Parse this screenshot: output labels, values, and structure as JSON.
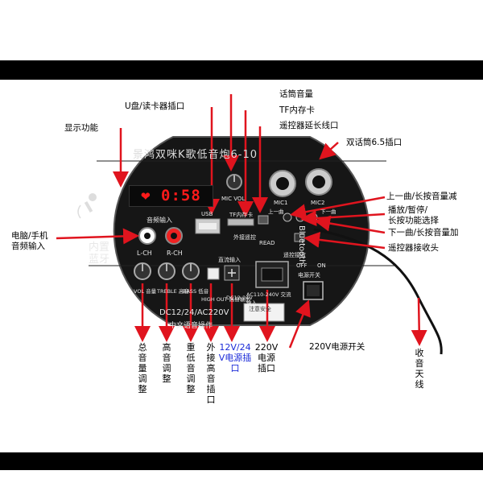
{
  "board": {
    "brand_title": "景鸿双咪K歌低音炮6-10",
    "display_value": "❤ 0:58",
    "audio_in_label": "音频输入",
    "lch_label": "L-CH",
    "rch_label": "R-CH",
    "usb_label": "USB",
    "tf_label": "TF内存卡",
    "mic_vol_label": "MIC VOL",
    "mic1_label": "MIC1",
    "mic2_label": "MIC2",
    "ext_remote_label": "外接遥控",
    "read_label": "READ",
    "remote_rx_label": "遥控接收",
    "off_label": "OFF",
    "on_label": "ON",
    "power_switch_label": "电源开关",
    "bluetooth_label": "Bluetooth",
    "internal_bt_label": "内置蓝牙",
    "vol_label": "VOL 音量",
    "treble_label": "TREBLE 高音",
    "bass_label": "BASS 低音",
    "high_out_label": "HIGH OUT 高音输出",
    "dc_in_label": "直流输入",
    "dc_spec_label": "DC12-24V",
    "ac_in_label": "AC110-240V 交流输入",
    "supply_spec_label": "DC12/24/AC220V",
    "voice_label": "中文语音操作",
    "prev_label": "上一曲",
    "next_label": "下一曲",
    "safety_label": "注意安全"
  },
  "labels": {
    "mic_vol": "话筒音量",
    "usb": "U盘/读卡器插口",
    "tf": "TF内存卡",
    "remote_ext": "遥控器延长线口",
    "display": "显示功能",
    "dual_mic": "双话筒6.5插口",
    "prev": "上一曲/长按音量减",
    "play_pause": "播放/暂停/\n长按功能选择",
    "next": "下一曲/长按音量加",
    "remote_rx": "遥控器接收头",
    "pc_input": "电脑/手机\n音频输入",
    "power_switch": "220V电源开关",
    "antenna": "收音天线",
    "vol": "总音量调整",
    "treble": "高音调整",
    "bass": "重低音调整",
    "high_out": "外接高音插口",
    "dc_power": "12V/24V电源插口",
    "ac_power": "220V电源插口"
  },
  "colors": {
    "arrow": "#e0141e",
    "board": "#161616",
    "blue_text": "#1a2ad8",
    "led": "#ff1a1a"
  }
}
